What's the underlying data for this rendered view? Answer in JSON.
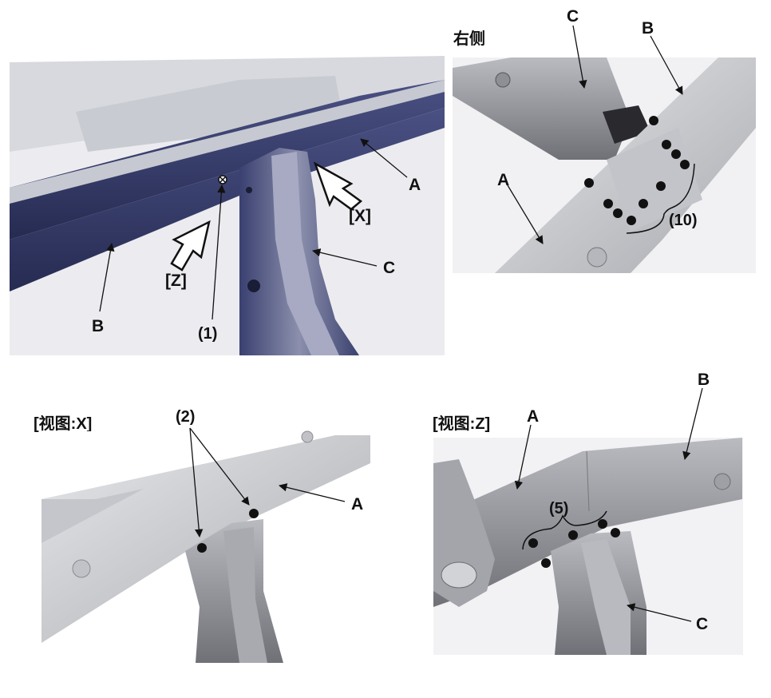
{
  "panels": {
    "main": {
      "labels": {
        "a": "A",
        "b": "B",
        "c": "C",
        "x": "[X]",
        "z": "[Z]",
        "weld1": "(1)"
      }
    },
    "right_side": {
      "title": "右侧",
      "labels": {
        "a": "A",
        "b": "B",
        "c": "C",
        "weld10": "(10)"
      }
    },
    "view_x": {
      "title": "[视图:X]",
      "labels": {
        "a": "A",
        "weld2": "(2)"
      }
    },
    "view_z": {
      "title": "[视图:Z]",
      "labels": {
        "a": "A",
        "b": "B",
        "c": "C",
        "weld5": "(5)"
      }
    }
  },
  "colors": {
    "navy_panel": "#2f3563",
    "steel_light": "#d4d5d8",
    "steel_mid": "#b7b8bc",
    "steel_dark": "#7e8086",
    "weld_dot": "#111111"
  }
}
